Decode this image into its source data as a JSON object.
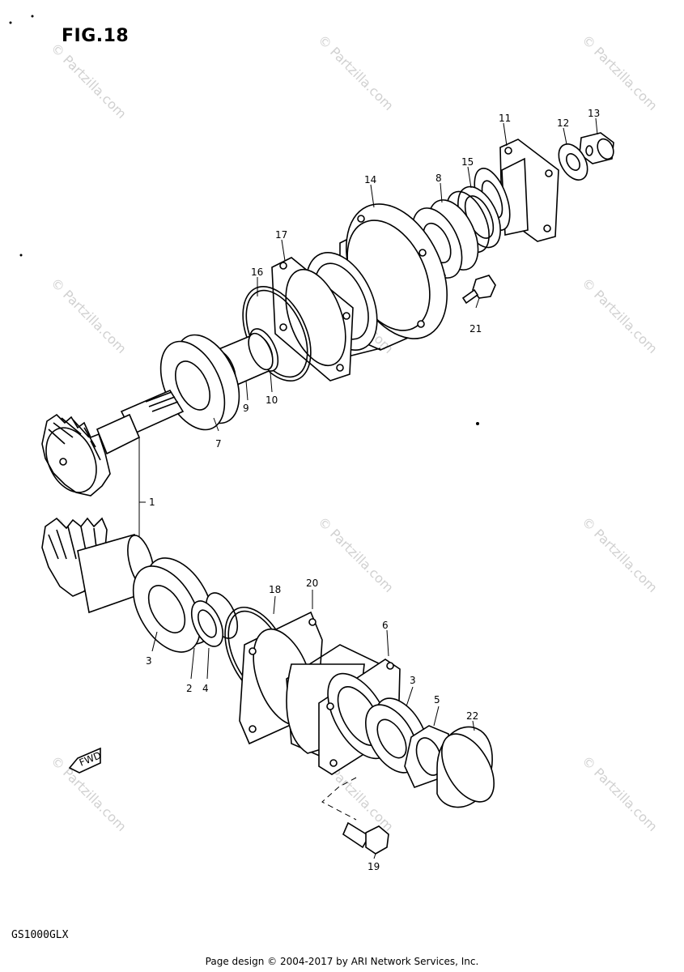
{
  "figure": {
    "title": "FIG.18"
  },
  "model": "GS1000GLX",
  "footer": "Page design © 2004-2017 by ARI Network Services, Inc.",
  "watermark": "© Partzilla.com",
  "fwd_label": "FWD",
  "callouts": [
    "1",
    "2",
    "3",
    "4",
    "5",
    "6",
    "7",
    "8",
    "9",
    "10",
    "11",
    "12",
    "13",
    "14",
    "15",
    "16",
    "17",
    "18",
    "19",
    "20",
    "21",
    "22",
    "3"
  ],
  "colors": {
    "line": "#000000",
    "watermark": "#b8b8b8"
  }
}
